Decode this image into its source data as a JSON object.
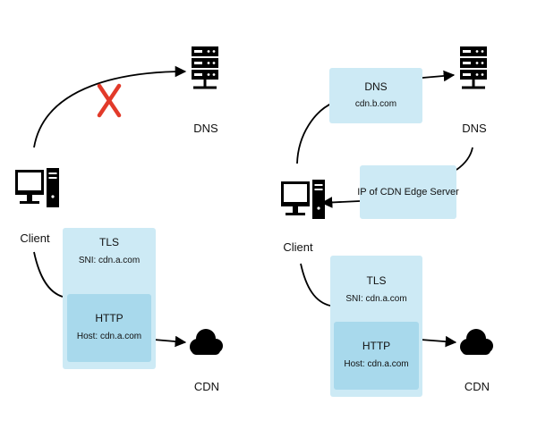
{
  "left": {
    "dns_label": "DNS",
    "client_label": "Client",
    "cdn_label": "CDN",
    "tls": {
      "title": "TLS",
      "sni": "SNI: cdn.a.com"
    },
    "http": {
      "title": "HTTP",
      "host": "Host: cdn.a.com"
    }
  },
  "right": {
    "dns_label": "DNS",
    "client_label": "Client",
    "cdn_label": "CDN",
    "dns_query": {
      "title": "DNS",
      "domain": "cdn.b.com"
    },
    "response": "IP of CDN Edge Server",
    "tls": {
      "title": "TLS",
      "sni": "SNI: cdn.a.com"
    },
    "http": {
      "title": "HTTP",
      "host": "Host: cdn.a.com"
    }
  },
  "icons": {
    "server": "server-icon",
    "computer": "computer-icon",
    "cloud": "cloud-icon",
    "blocked": "x-mark-icon"
  },
  "colors": {
    "box": "#cdeaf5",
    "inner_box": "#a8d9ec",
    "blocked": "#e23a2a",
    "ink": "#000000"
  }
}
